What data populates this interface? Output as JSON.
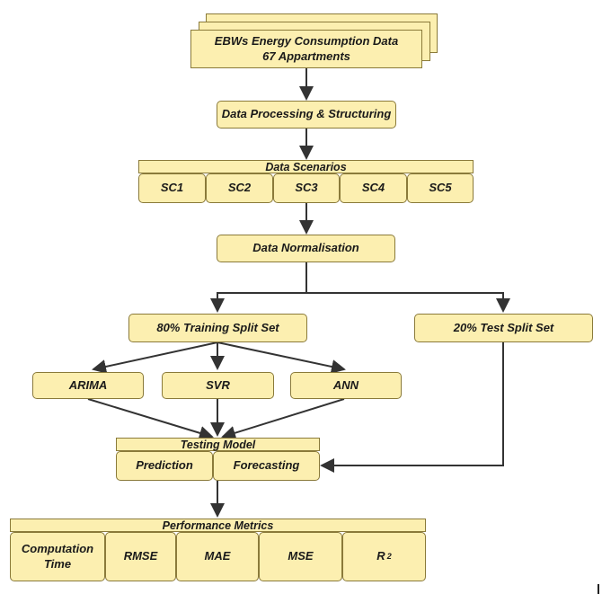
{
  "data_source": {
    "line1": "EBWs Energy Consumption Data",
    "line2": "67 Appartments"
  },
  "processing": "Data Processing & Structuring",
  "scenarios": {
    "title": "Data Scenarios",
    "items": [
      "SC1",
      "SC2",
      "SC3",
      "SC4",
      "SC5"
    ]
  },
  "normalisation": "Data Normalisation",
  "training_split": "80% Training Split Set",
  "test_split": "20% Test Split Set",
  "models": [
    "ARIMA",
    "SVR",
    "ANN"
  ],
  "testing_model": {
    "title": "Testing Model",
    "items": [
      "Prediction",
      "Forecasting"
    ]
  },
  "performance": {
    "title": "Performance Metrics",
    "metrics": [
      {
        "line1": "Computation",
        "line2": "Time"
      },
      {
        "line1": "RMSE"
      },
      {
        "line1": "MAE"
      },
      {
        "line1": "MSE"
      },
      {
        "line1": "R",
        "sup": "2"
      }
    ]
  }
}
